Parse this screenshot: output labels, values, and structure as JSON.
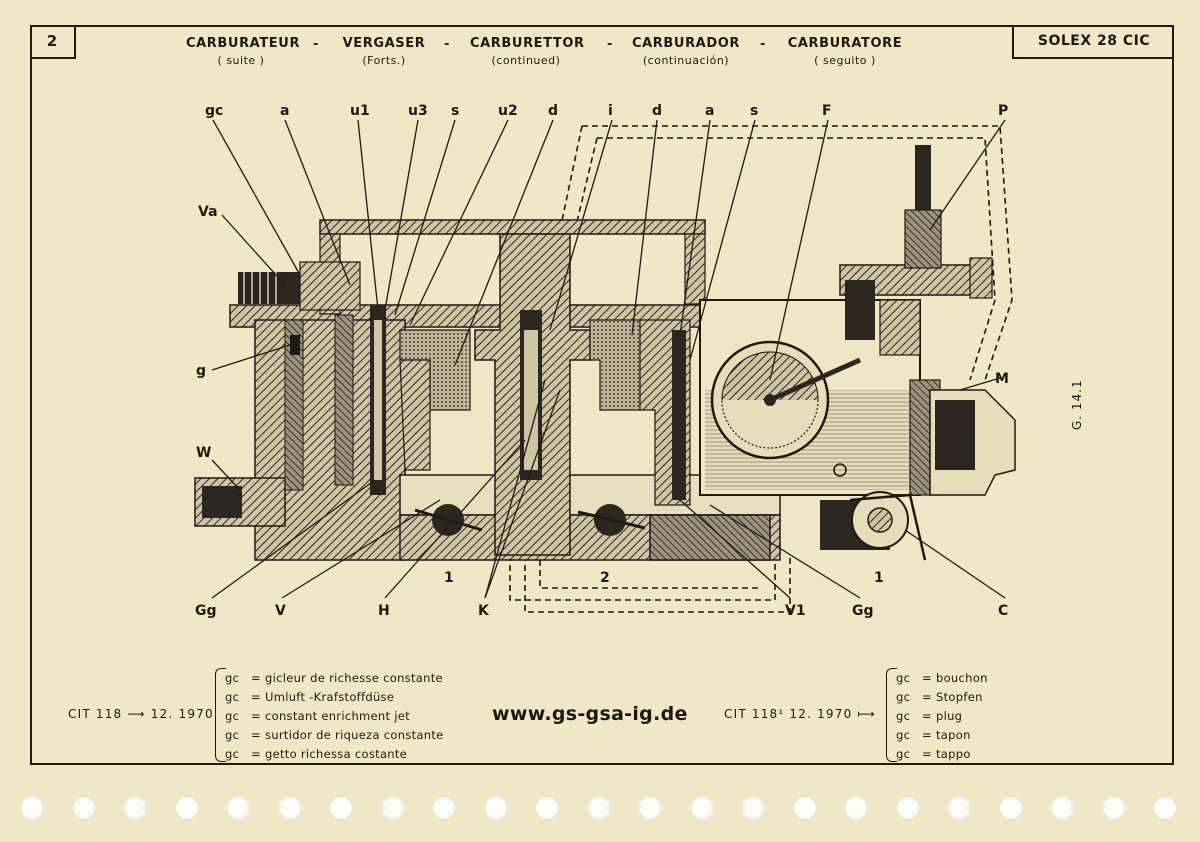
{
  "page_number": "2",
  "model": "SOLEX 28 CIC",
  "header": [
    {
      "title": "CARBURATEUR",
      "subtitle": "( suite )"
    },
    {
      "title": "VERGASER",
      "subtitle": "(Forts.)"
    },
    {
      "title": "CARBURETTOR",
      "subtitle": "(continued)"
    },
    {
      "title": "CARBURADOR",
      "subtitle": "(continuación)"
    },
    {
      "title": "CARBURATORE",
      "subtitle": "( seguito )"
    }
  ],
  "separator": "-",
  "diagram_labels": {
    "top": [
      "gc",
      "a",
      "u1",
      "u3",
      "s",
      "u2",
      "d",
      "i",
      "d",
      "a",
      "s",
      "F",
      "P"
    ],
    "left": [
      "Va",
      "g",
      "W"
    ],
    "right": [
      "M"
    ],
    "bottom": [
      "Gg",
      "V",
      "H",
      "K",
      "V1",
      "Gg",
      "C"
    ],
    "zones": [
      "1",
      "2",
      "1"
    ]
  },
  "figure_ref": "G. 14.1",
  "cit_left": "CIT 118 ⟶ 12. 1970",
  "cit_right": "CIT 118¹ 12. 1970 ⟼",
  "website": "www.gs-gsa-ig.de",
  "legend_left": [
    {
      "key": "gc",
      "eq": "=",
      "text": "gicleur de richesse constante"
    },
    {
      "key": "gc",
      "eq": "=",
      "text": "Umluft -Krafstoffdüse"
    },
    {
      "key": "gc",
      "eq": "=",
      "text": "constant enrichment jet"
    },
    {
      "key": "gc",
      "eq": "=",
      "text": "surtidor de riqueza constante"
    },
    {
      "key": "gc",
      "eq": "=",
      "text": "getto richessa costante"
    }
  ],
  "legend_right": [
    {
      "key": "gc",
      "eq": "=",
      "text": "bouchon"
    },
    {
      "key": "gc",
      "eq": "=",
      "text": "Stopfen"
    },
    {
      "key": "gc",
      "eq": "=",
      "text": "plug"
    },
    {
      "key": "gc",
      "eq": "=",
      "text": "tapon"
    },
    {
      "key": "gc",
      "eq": "=",
      "text": "tappo"
    }
  ],
  "colors": {
    "paper": "#f0e7c6",
    "ink": "#1d1a14",
    "fill_dark": "#2b2720",
    "fill_mid": "#7a7262",
    "fill_light": "#cfc6a6"
  }
}
